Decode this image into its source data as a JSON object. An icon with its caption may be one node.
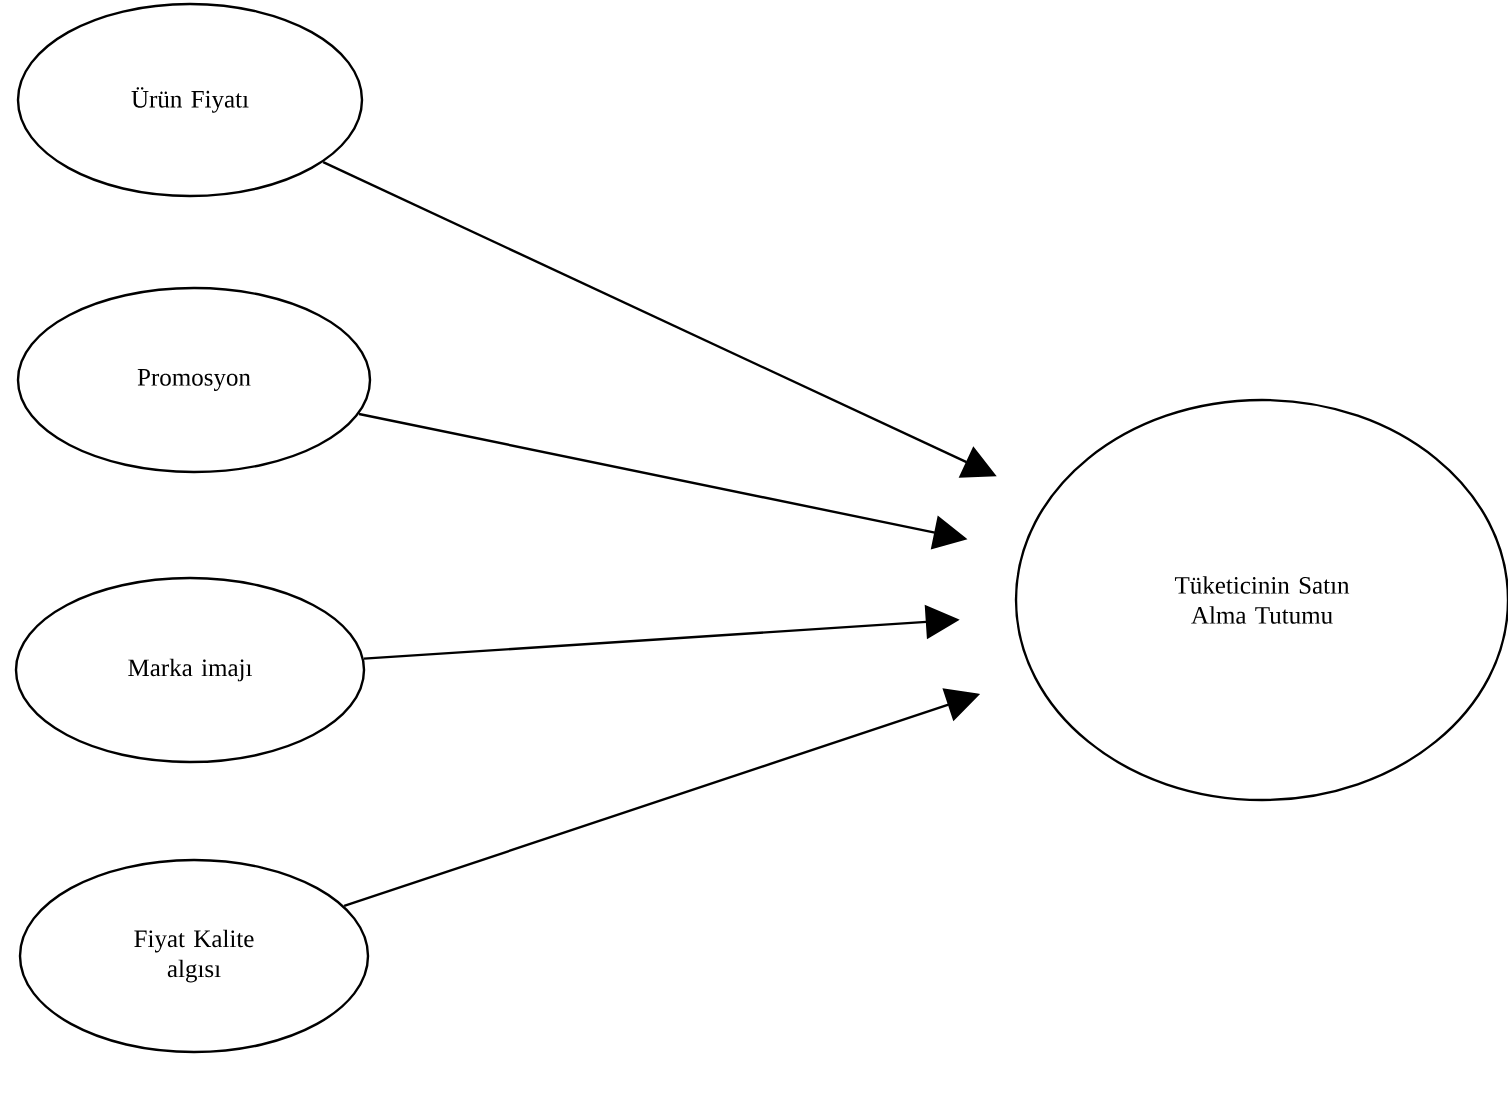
{
  "diagram": {
    "nodes": [
      {
        "text": [
          "Ürün Fiyatı"
        ]
      },
      {
        "text": [
          "Promosyon"
        ]
      },
      {
        "text": [
          "Marka imajı"
        ]
      },
      {
        "text": [
          "Fiyat Kalite algısı"
        ]
      },
      {
        "text": [
          "Tüketicinin Satın Alma Tutumu"
        ]
      }
    ],
    "edges": [
      {
        "from": 0,
        "to": 4,
        "arrow": "to"
      },
      {
        "from": 1,
        "to": 4,
        "arrow": "to"
      },
      {
        "from": 2,
        "to": 4,
        "arrow": "to"
      },
      {
        "from": 3,
        "to": 4,
        "arrow": "to"
      }
    ]
  }
}
